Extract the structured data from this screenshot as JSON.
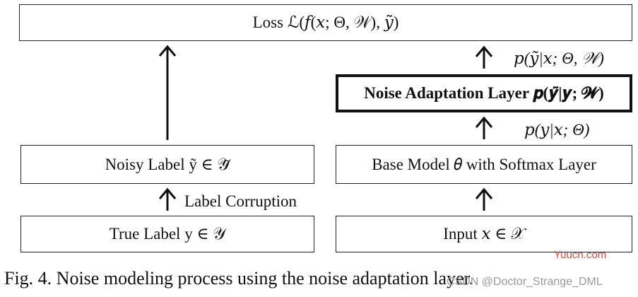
{
  "boxes": {
    "loss": "Loss ℒ(𝑓(𝑥; Θ, 𝒲), 𝑦̃)",
    "noise_adaptation": "Noise Adaptation Layer 𝒑(𝒚̃|𝒚; 𝓦)",
    "noisy_label": "Noisy Label ỹ ∈ 𝒴̃",
    "base_model": "Base Model 𝜃 with Softmax Layer",
    "true_label": "True Label y ∈ 𝒴",
    "input": "Input 𝑥 ∈ 𝒳"
  },
  "edge_labels": {
    "top_right": "𝑝(𝑦̃|𝑥; Θ, 𝒲)",
    "mid_right": "𝑝(𝑦|𝑥; Θ)",
    "label_corruption": "Label Corruption"
  },
  "caption": "Fig. 4.  Noise modeling process using the noise adaptation layer.",
  "watermarks": {
    "site": "Yuucn.com",
    "author": "CSDN @Doctor_Strange_DML"
  }
}
